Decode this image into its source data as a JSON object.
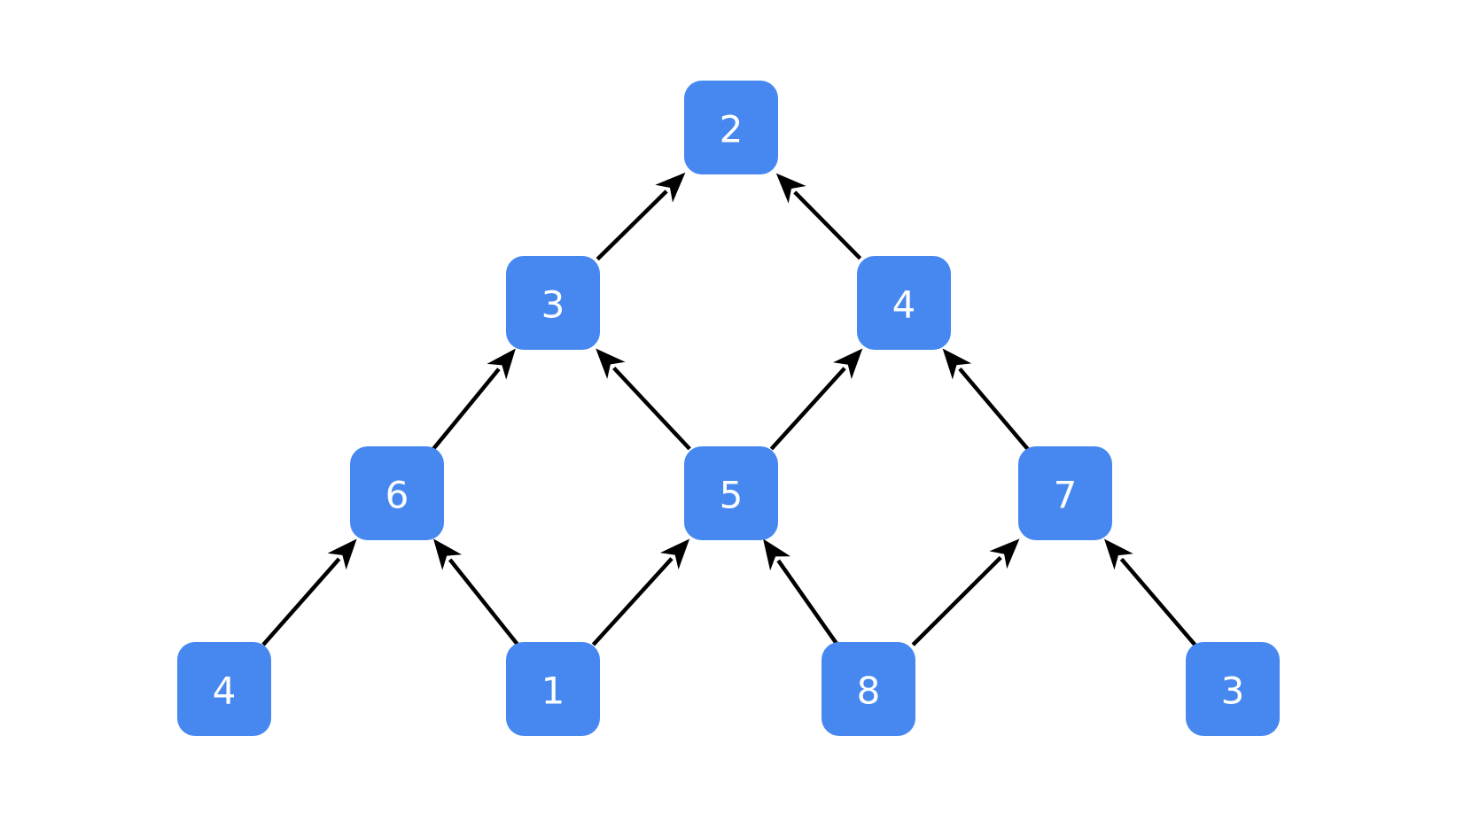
{
  "style": {
    "node_color": "#4788F0",
    "label_color": "#FFFFFF",
    "edge_color": "#000000"
  },
  "nodes": [
    {
      "id": "n1",
      "label": "2",
      "level": 0
    },
    {
      "id": "n2",
      "label": "3",
      "level": 1
    },
    {
      "id": "n3",
      "label": "4",
      "level": 1
    },
    {
      "id": "n4",
      "label": "6",
      "level": 2
    },
    {
      "id": "n5",
      "label": "5",
      "level": 2
    },
    {
      "id": "n6",
      "label": "7",
      "level": 2
    },
    {
      "id": "n7",
      "label": "4",
      "level": 3
    },
    {
      "id": "n8",
      "label": "1",
      "level": 3
    },
    {
      "id": "n9",
      "label": "8",
      "level": 3
    },
    {
      "id": "n10",
      "label": "3",
      "level": 3
    }
  ],
  "edges": [
    {
      "from": "n2",
      "to": "n1"
    },
    {
      "from": "n3",
      "to": "n1"
    },
    {
      "from": "n4",
      "to": "n2"
    },
    {
      "from": "n5",
      "to": "n2"
    },
    {
      "from": "n5",
      "to": "n3"
    },
    {
      "from": "n6",
      "to": "n3"
    },
    {
      "from": "n7",
      "to": "n4"
    },
    {
      "from": "n8",
      "to": "n4"
    },
    {
      "from": "n8",
      "to": "n5"
    },
    {
      "from": "n9",
      "to": "n5"
    },
    {
      "from": "n9",
      "to": "n6"
    },
    {
      "from": "n10",
      "to": "n6"
    }
  ]
}
